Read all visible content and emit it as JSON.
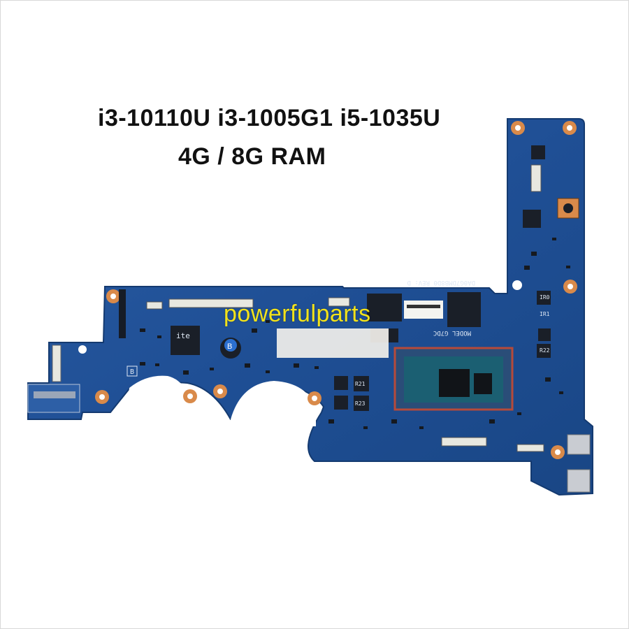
{
  "headline": {
    "cpu_options": "i3-10110U i3-1005G1 i5-1035U",
    "ram_options": "4G / 8G RAM"
  },
  "watermark": "powerfulparts",
  "board": {
    "pcb_color": "#1f4f95",
    "pad_color": "#d98a4a",
    "cpu_die_color": "#1b5f72",
    "silkscreen": {
      "model": "MODEL G7DC",
      "board_id": "DA0G7DMB8D0  REV: D",
      "label_b": "B",
      "connector_codes": [
        "IR0",
        "IR1",
        "R22",
        "R21",
        "R23"
      ]
    },
    "chip_logo": "ite"
  }
}
